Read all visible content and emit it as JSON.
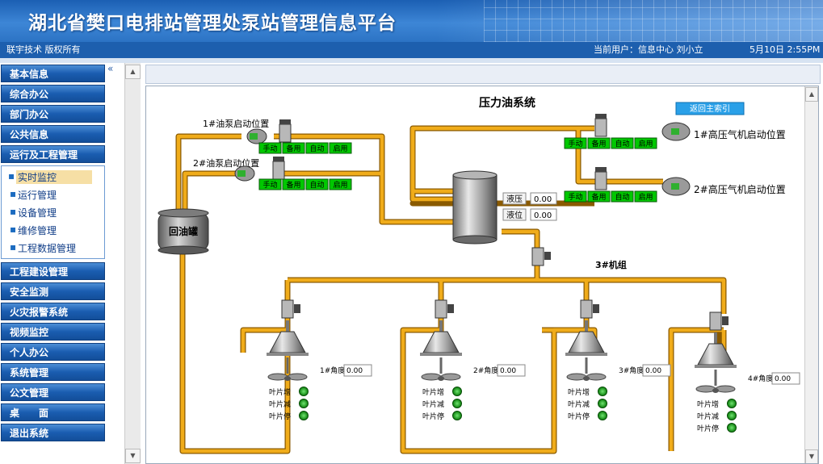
{
  "header": {
    "title": "湖北省樊口电排站管理处泵站管理信息平台"
  },
  "topbar": {
    "copyright": "联宇技术 版权所有",
    "user_label": "当前用户：",
    "user_value": "信息中心 刘小立",
    "datetime": "5月10日 2:55PM"
  },
  "sidebar": {
    "collapse_glyph": "«",
    "items": [
      "基本信息",
      "综合办公",
      "部门办公",
      "公共信息",
      "运行及工程管理",
      "工程建设管理",
      "安全监测",
      "火灾报警系统",
      "视频监控",
      "个人办公",
      "系统管理",
      "公文管理",
      "桌　　面",
      "退出系统"
    ],
    "submenu": [
      "实时监控",
      "运行管理",
      "设备管理",
      "维修管理",
      "工程数据管理"
    ],
    "active_sub": "实时监控"
  },
  "diagram": {
    "title": "压力油系统",
    "back_button": "返回主索引",
    "tank_label": "回油罐",
    "pump1_label": "1#油泵启动位置",
    "pump2_label": "2#油泵启动位置",
    "comp1_label": "1#高压气机启动位置",
    "comp2_label": "2#高压气机启动位置",
    "mode_buttons": [
      "手动",
      "备用",
      "自动",
      "启用"
    ],
    "pressure_label": "液压",
    "pressure_value": "0.00",
    "level_label": "液位",
    "level_value": "0.00",
    "unit_label": "3#机组",
    "blade_labels": [
      "叶片增",
      "叶片减",
      "叶片停"
    ],
    "angles": [
      {
        "label": "1#角度",
        "value": "0.00"
      },
      {
        "label": "2#角度",
        "value": "0.00"
      },
      {
        "label": "3#角度",
        "value": "0.00"
      },
      {
        "label": "4#角度",
        "value": "0.00"
      }
    ],
    "colors": {
      "pipe": "#f0ac1a",
      "mode_button": "#00c800",
      "indicator": "#1aa31a",
      "back_button": "#2aa0e8"
    }
  }
}
